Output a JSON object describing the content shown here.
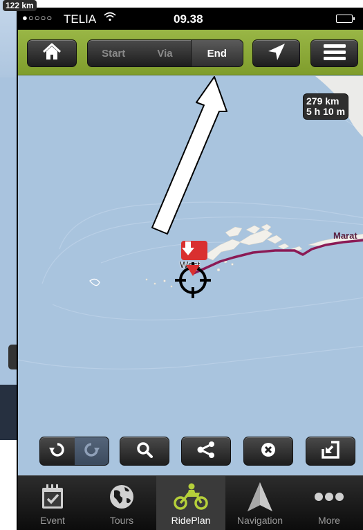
{
  "background_screen": {
    "distance": "122 km"
  },
  "status_bar": {
    "signal": "●○○○○",
    "carrier": "TELIA",
    "time": "09.38"
  },
  "toolbar": {
    "waypoints": [
      "Start",
      "Via",
      "End"
    ],
    "selected_waypoint": "End"
  },
  "map": {
    "distance_badge": {
      "distance": "279 km",
      "duration": "5 h 10 m"
    },
    "labels": {
      "city": "Marat",
      "west": "West"
    }
  },
  "tabs": [
    {
      "label": "Event",
      "icon": "calendar-check-icon"
    },
    {
      "label": "Tours",
      "icon": "globe-icon"
    },
    {
      "label": "RidePlan",
      "icon": "motorcycle-icon"
    },
    {
      "label": "Navigation",
      "icon": "navigation-arrow-icon"
    },
    {
      "label": "More",
      "icon": "more-dots-icon"
    }
  ],
  "active_tab": "RidePlan",
  "colors": {
    "toolbar": "#8cab38",
    "route": "#8b1a55",
    "sea": "#a9c4de",
    "marker": "#d93030"
  }
}
